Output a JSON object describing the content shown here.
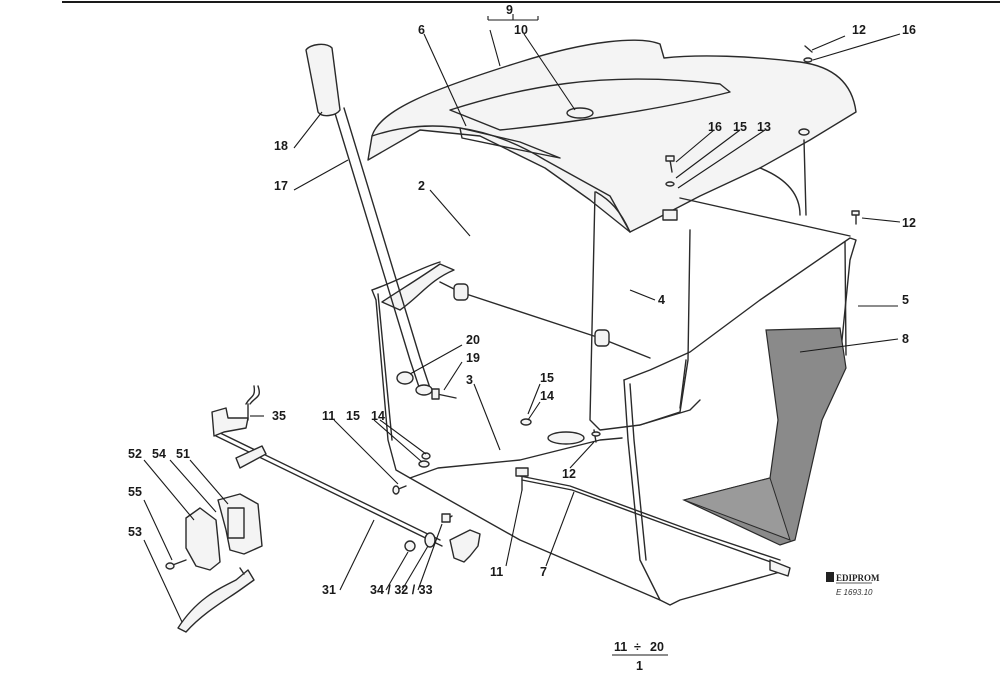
{
  "labels": {
    "l1": "1",
    "l2": "2",
    "l3": "3",
    "l4": "4",
    "l5": "5",
    "l6": "6",
    "l7": "7",
    "l8": "8",
    "l9": "9",
    "l10": "10",
    "l11a": "11",
    "l11b": "11",
    "l12a": "12",
    "l12b": "12",
    "l12c": "12",
    "l13": "13",
    "l14a": "14",
    "l14b": "14",
    "l15a": "15",
    "l15b": "15",
    "l15c": "15",
    "l16a": "16",
    "l16b": "16",
    "l17": "17",
    "l18": "18",
    "l19": "19",
    "l20": "20",
    "l31": "31",
    "l32": "34 / 32 / 33",
    "l35": "35",
    "l51": "51",
    "l52": "52",
    "l53": "53",
    "l54": "54",
    "l55": "55"
  },
  "range_note": {
    "from": "11",
    "sep": "÷",
    "to": "20",
    "result": "1"
  },
  "logo": {
    "brand": "EDIPROM",
    "code": "E 1693.10"
  }
}
